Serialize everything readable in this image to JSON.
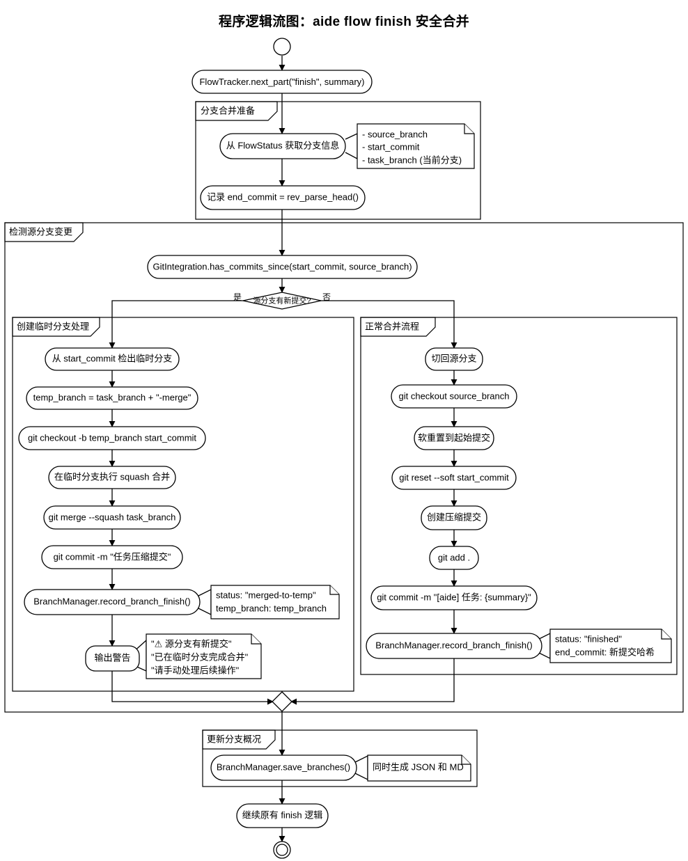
{
  "title": "程序逻辑流图：aide flow finish 安全合并",
  "start_node": {
    "name": "start",
    "label": ""
  },
  "end_node": {
    "name": "end",
    "label": ""
  },
  "nodes": {
    "flowtracker": "FlowTracker.next_part(\"finish\", summary)",
    "get_branch_info": "从 FlowStatus 获取分支信息",
    "record_end_commit": "记录 end_commit = rev_parse_head()",
    "has_commits_since": "GitIntegration.has_commits_since(start_commit, source_branch)",
    "decision": "源分支有新提交?",
    "l1": "从 start_commit 检出临时分支",
    "l2": "temp_branch = task_branch + \"-merge\"",
    "l3": "git checkout -b temp_branch start_commit",
    "l4": "在临时分支执行 squash 合并",
    "l5": "git merge --squash task_branch",
    "l6": "git commit -m \"任务压缩提交\"",
    "l7": "BranchManager.record_branch_finish()",
    "l8": "输出警告",
    "r1": "切回源分支",
    "r2": "git checkout source_branch",
    "r3": "软重置到起始提交",
    "r4": "git reset --soft start_commit",
    "r5": "创建压缩提交",
    "r6": "git add .",
    "r7": "git commit -m \"[aide] 任务: {summary}\"",
    "r8": "BranchManager.record_branch_finish()",
    "save_branches": "BranchManager.save_branches()",
    "continue_finish": "继续原有 finish 逻辑"
  },
  "clusters": {
    "prepare": "分支合并准备",
    "detect": "检测源分支变更",
    "temp_branch": "创建临时分支处理",
    "normal_merge": "正常合并流程",
    "update_overview": "更新分支概况"
  },
  "edge_labels": {
    "yes": "是",
    "no": "否"
  },
  "notes": {
    "branch_info": [
      "- source_branch",
      "- start_commit",
      "- task_branch (当前分支)"
    ],
    "merged_to_temp": [
      "status: \"merged-to-temp\"",
      "temp_branch: temp_branch"
    ],
    "warning": [
      "\"⚠ 源分支有新提交\"",
      "\"已在临时分支完成合并\"",
      "\"请手动处理后续操作\""
    ],
    "finished": [
      "status: \"finished\"",
      "end_commit: 新提交哈希"
    ],
    "save": [
      "同时生成 JSON 和 MD"
    ]
  },
  "colors": {
    "stroke": "#000000",
    "fill": "#ffffff",
    "text": "#000000"
  }
}
